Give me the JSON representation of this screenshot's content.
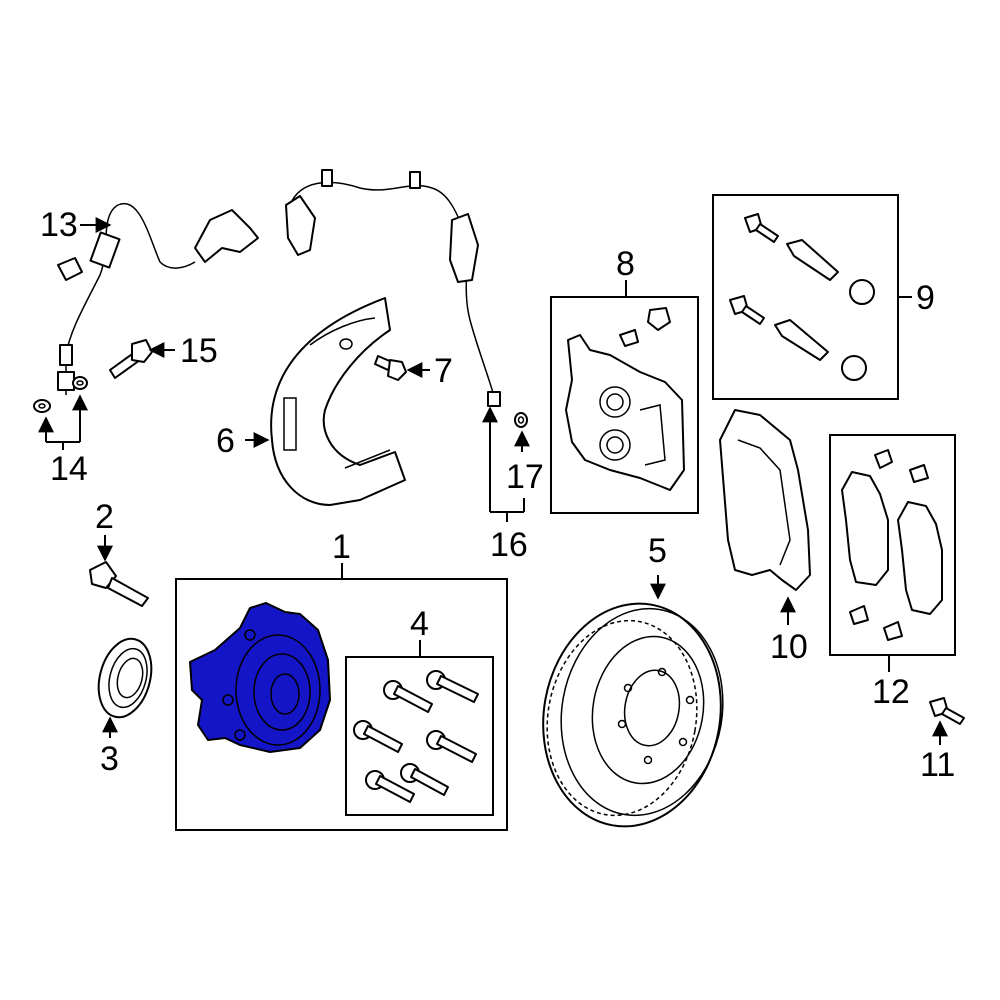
{
  "callouts": {
    "c1": "1",
    "c2": "2",
    "c3": "3",
    "c4": "4",
    "c5": "5",
    "c6": "6",
    "c7": "7",
    "c8": "8",
    "c9": "9",
    "c10": "10",
    "c11": "11",
    "c12": "12",
    "c13": "13",
    "c14": "14",
    "c15": "15",
    "c16": "16",
    "c17": "17"
  },
  "colors": {
    "highlight": "#1515c8",
    "line": "#000000",
    "background": "#ffffff"
  }
}
